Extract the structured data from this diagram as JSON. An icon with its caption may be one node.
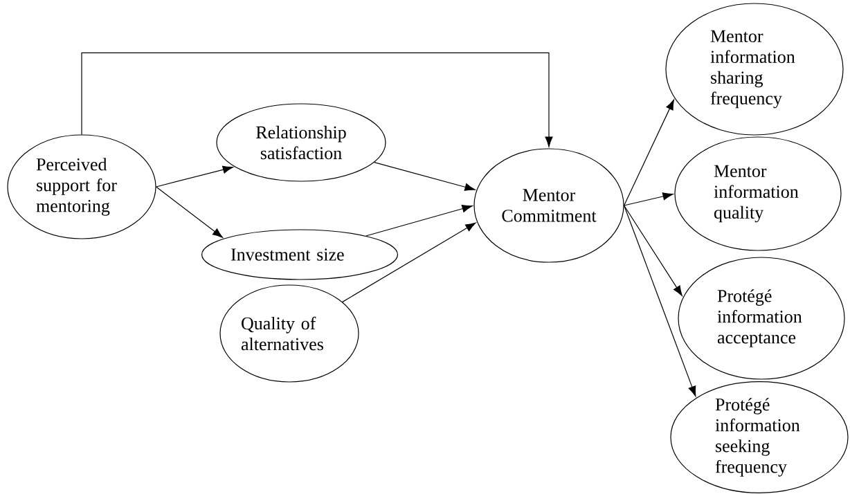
{
  "diagram": {
    "nodes": [
      {
        "text": [
          "Perceived support for mentoring"
        ]
      },
      {
        "text": [
          "Relationship satisfaction"
        ]
      },
      {
        "text": [
          "Investment size"
        ]
      },
      {
        "text": [
          "Quality of alternatives"
        ]
      },
      {
        "text": [
          "Mentor Commitment"
        ]
      },
      {
        "text": [
          "Mentor information sharing frequency"
        ]
      },
      {
        "text": [
          "Mentor information quality"
        ]
      },
      {
        "text": [
          "Protégé information acceptance"
        ]
      },
      {
        "text": [
          "Protégé information seeking frequency"
        ]
      }
    ],
    "edges": [
      {
        "from": 0,
        "to": 4,
        "arrow": "to"
      },
      {
        "from": 0,
        "to": 1,
        "arrow": "to"
      },
      {
        "from": 0,
        "to": 2,
        "arrow": "to"
      },
      {
        "from": 1,
        "to": 4,
        "arrow": "to"
      },
      {
        "from": 2,
        "to": 4,
        "arrow": "to"
      },
      {
        "from": 3,
        "to": 4,
        "arrow": "to"
      },
      {
        "from": 4,
        "to": 5,
        "arrow": "to"
      },
      {
        "from": 4,
        "to": 6,
        "arrow": "to"
      },
      {
        "from": 4,
        "to": 7,
        "arrow": "to"
      },
      {
        "from": 4,
        "to": 8,
        "arrow": "to"
      }
    ]
  }
}
